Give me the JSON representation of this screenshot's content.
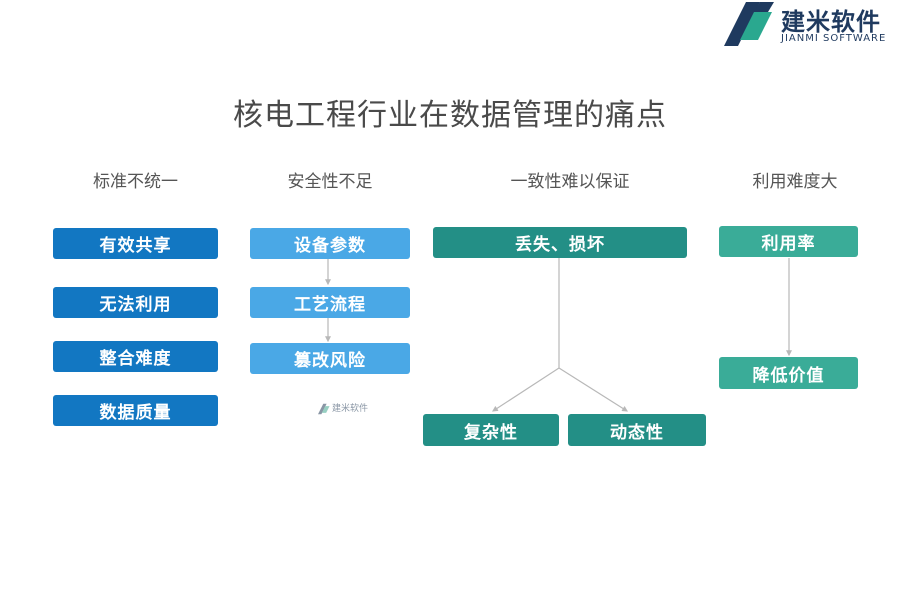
{
  "brand": {
    "name_cn": "建米软件",
    "name_en": "JIANMI SOFTWARE",
    "logo_icon": "jianmi-logo-icon"
  },
  "title": "核电工程行业在数据管理的痛点",
  "columns": [
    {
      "heading": "标准不统一",
      "items": [
        "有效共享",
        "无法利用",
        "整合难度",
        "数据质量"
      ]
    },
    {
      "heading": "安全性不足",
      "items": [
        "设备参数",
        "工艺流程",
        "篡改风险"
      ]
    },
    {
      "heading": "一致性难以保证",
      "top": "丢失、损坏",
      "branches": [
        "复杂性",
        "动态性"
      ]
    },
    {
      "heading": "利用难度大",
      "items": [
        "利用率",
        "降低价值"
      ]
    }
  ],
  "watermark": {
    "text": "建米软件"
  },
  "colors": {
    "blue_dark": "#1277c2",
    "blue_light": "#4aa8e6",
    "teal_dark": "#238f86",
    "teal_light": "#3aac98"
  }
}
